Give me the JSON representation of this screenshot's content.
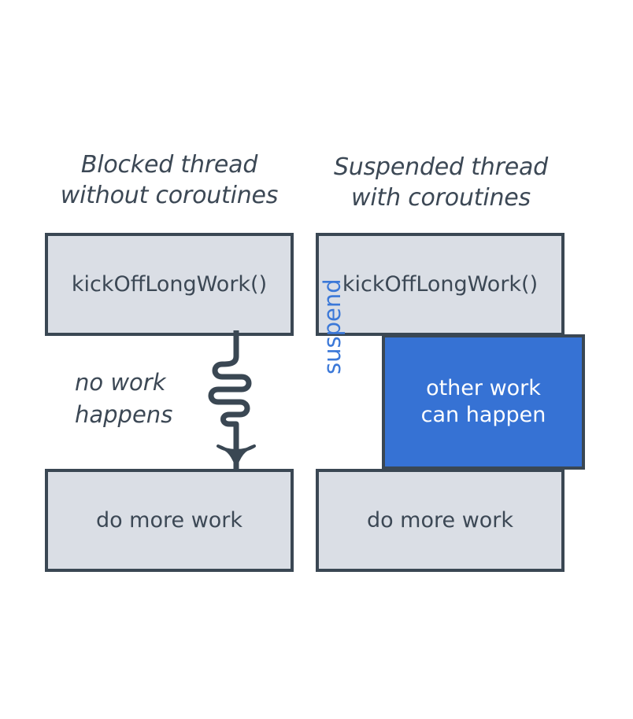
{
  "diagram": {
    "background_color": "#ffffff",
    "columns": [
      {
        "id": "blocked",
        "title": "Blocked thread\nwithout coroutines",
        "boxes": [
          {
            "id": "left-top",
            "label": "kickOffLongWork()",
            "fill": "#dadee5",
            "border": "#3a4753",
            "text_color": "#3c4855"
          },
          {
            "id": "left-bottom",
            "label": "do more work",
            "fill": "#dadee5",
            "border": "#3a4753",
            "text_color": "#3c4855"
          }
        ],
        "annotation": "no work\nhappens",
        "connector": "squiggly-down-arrow"
      },
      {
        "id": "suspended",
        "title": "Suspended thread\nwith coroutines",
        "boxes": [
          {
            "id": "right-top",
            "label": "kickOffLongWork()",
            "fill": "#dadee5",
            "border": "#3a4753",
            "text_color": "#3c4855"
          },
          {
            "id": "other-work",
            "label": "other work\ncan happen",
            "fill": "#3672d4",
            "border": "#3a4753",
            "text_color": "#ffffff"
          },
          {
            "id": "right-bottom",
            "label": "do more work",
            "fill": "#dadee5",
            "border": "#3a4753",
            "text_color": "#3c4855"
          }
        ],
        "annotation": "suspend",
        "annotation_color": "#3b78d8",
        "annotation_rotation": "-90deg"
      }
    ],
    "colors": {
      "box_fill": "#dadee5",
      "box_border": "#3a4753",
      "accent_blue": "#3672d4",
      "label_blue": "#3b78d8",
      "text_dark": "#3c4855",
      "text_light": "#ffffff"
    }
  }
}
